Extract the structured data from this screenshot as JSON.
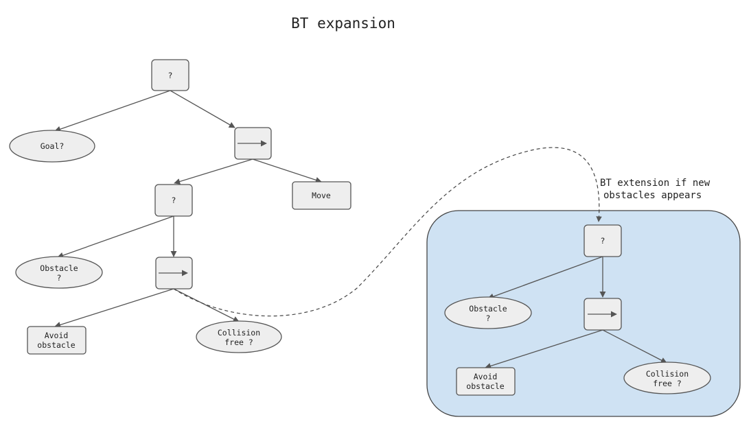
{
  "title": "BT expansion",
  "annotation": [
    "BT extension if new",
    "obstacles appears"
  ],
  "main_tree": {
    "root": "?",
    "goal": "Goal?",
    "sequence_1": "→",
    "fallback_2": "?",
    "move": "Move",
    "obstacle": [
      "Obstacle",
      "?"
    ],
    "sequence_2": "→",
    "avoid": [
      "Avoid",
      "obstacle"
    ],
    "collision": [
      "Collision",
      "free ?"
    ]
  },
  "expansion_tree": {
    "fallback": "?",
    "obstacle": [
      "Obstacle",
      "?"
    ],
    "sequence": "→",
    "avoid": [
      "Avoid",
      "obstacle"
    ],
    "collision": [
      "Collision",
      "free ?"
    ]
  },
  "colors": {
    "node_fill": "#eeeeee",
    "node_stroke": "#555555",
    "region_fill": "#cfe2f3"
  }
}
